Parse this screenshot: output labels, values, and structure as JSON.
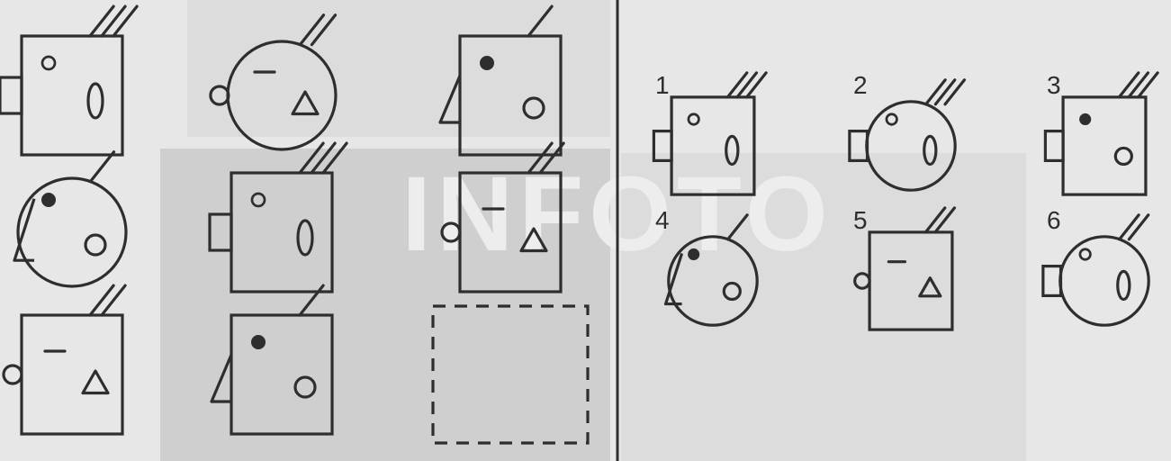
{
  "puzzle": {
    "colors": {
      "background": "#e7e7e7",
      "panel_light": "#dcdcdc",
      "panel_dark": "#cfcfcf",
      "stroke": "#2e2e2e",
      "watermark": "#ededed"
    },
    "watermark_text": "INFOTO",
    "matrix_cells": [
      {
        "body": "square",
        "appendage": "ear",
        "eye": "small-ring",
        "marking": "oval",
        "hair": "triple",
        "mouth": false
      },
      {
        "body": "circle",
        "appendage": "beak",
        "eye": "dot",
        "marking": "ring",
        "hair": "single",
        "mouth": false
      },
      {
        "body": "square",
        "appendage": "knob",
        "eye": "none",
        "marking": "triangle",
        "hair": "double",
        "mouth": true
      },
      {
        "body": "circle",
        "appendage": "knob",
        "eye": "none",
        "marking": "triangle",
        "hair": "double",
        "mouth": true
      },
      {
        "body": "square",
        "appendage": "ear",
        "eye": "small-ring",
        "marking": "oval",
        "hair": "triple",
        "mouth": false
      },
      {
        "body": "square",
        "appendage": "beak",
        "eye": "dot",
        "marking": "ring",
        "hair": "single",
        "mouth": false
      },
      {
        "body": "square",
        "appendage": "beak",
        "eye": "dot",
        "marking": "ring",
        "hair": "single",
        "mouth": false
      },
      {
        "body": "square",
        "appendage": "knob",
        "eye": "none",
        "marking": "triangle",
        "hair": "double",
        "mouth": true
      },
      {
        "body": "empty",
        "appendage": "none",
        "eye": "none",
        "marking": "none",
        "hair": "none",
        "mouth": false
      }
    ],
    "answer_options": [
      {
        "label": "1",
        "body": "square",
        "appendage": "ear",
        "eye": "small-ring",
        "marking": "oval",
        "hair": "triple",
        "mouth": false
      },
      {
        "label": "2",
        "body": "circle",
        "appendage": "ear",
        "eye": "small-ring",
        "marking": "oval",
        "hair": "triple",
        "mouth": false
      },
      {
        "label": "3",
        "body": "square",
        "appendage": "ear",
        "eye": "dot",
        "marking": "ring",
        "hair": "triple",
        "mouth": false
      },
      {
        "label": "4",
        "body": "circle",
        "appendage": "beak",
        "eye": "dot",
        "marking": "ring",
        "hair": "single",
        "mouth": false
      },
      {
        "label": "5",
        "body": "square",
        "appendage": "knob",
        "eye": "none",
        "marking": "triangle",
        "hair": "double",
        "mouth": true
      },
      {
        "label": "6",
        "body": "circle",
        "appendage": "ear",
        "eye": "small-ring",
        "marking": "oval",
        "hair": "double",
        "mouth": false
      }
    ]
  }
}
